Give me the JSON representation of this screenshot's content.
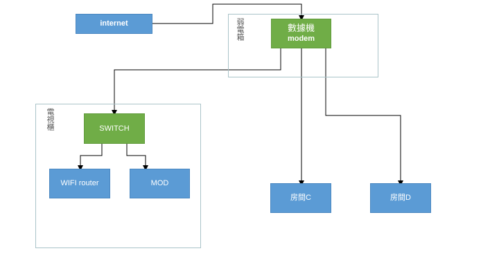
{
  "containers": {
    "weak_box_label": "弱電箱",
    "tv_cabinet_label": "電視櫃"
  },
  "nodes": {
    "internet": "internet",
    "modem_line1": "數據機",
    "modem_line2": "modem",
    "switch": "SWITCH",
    "wifi_router": "WIFI router",
    "mod": "MOD",
    "room_c": "房間C",
    "room_d": "房間D"
  },
  "colors": {
    "blue_node": "#5b9bd5",
    "green_node": "#70ad47",
    "connector": "#000000",
    "container_border": "#a9c3c8"
  }
}
